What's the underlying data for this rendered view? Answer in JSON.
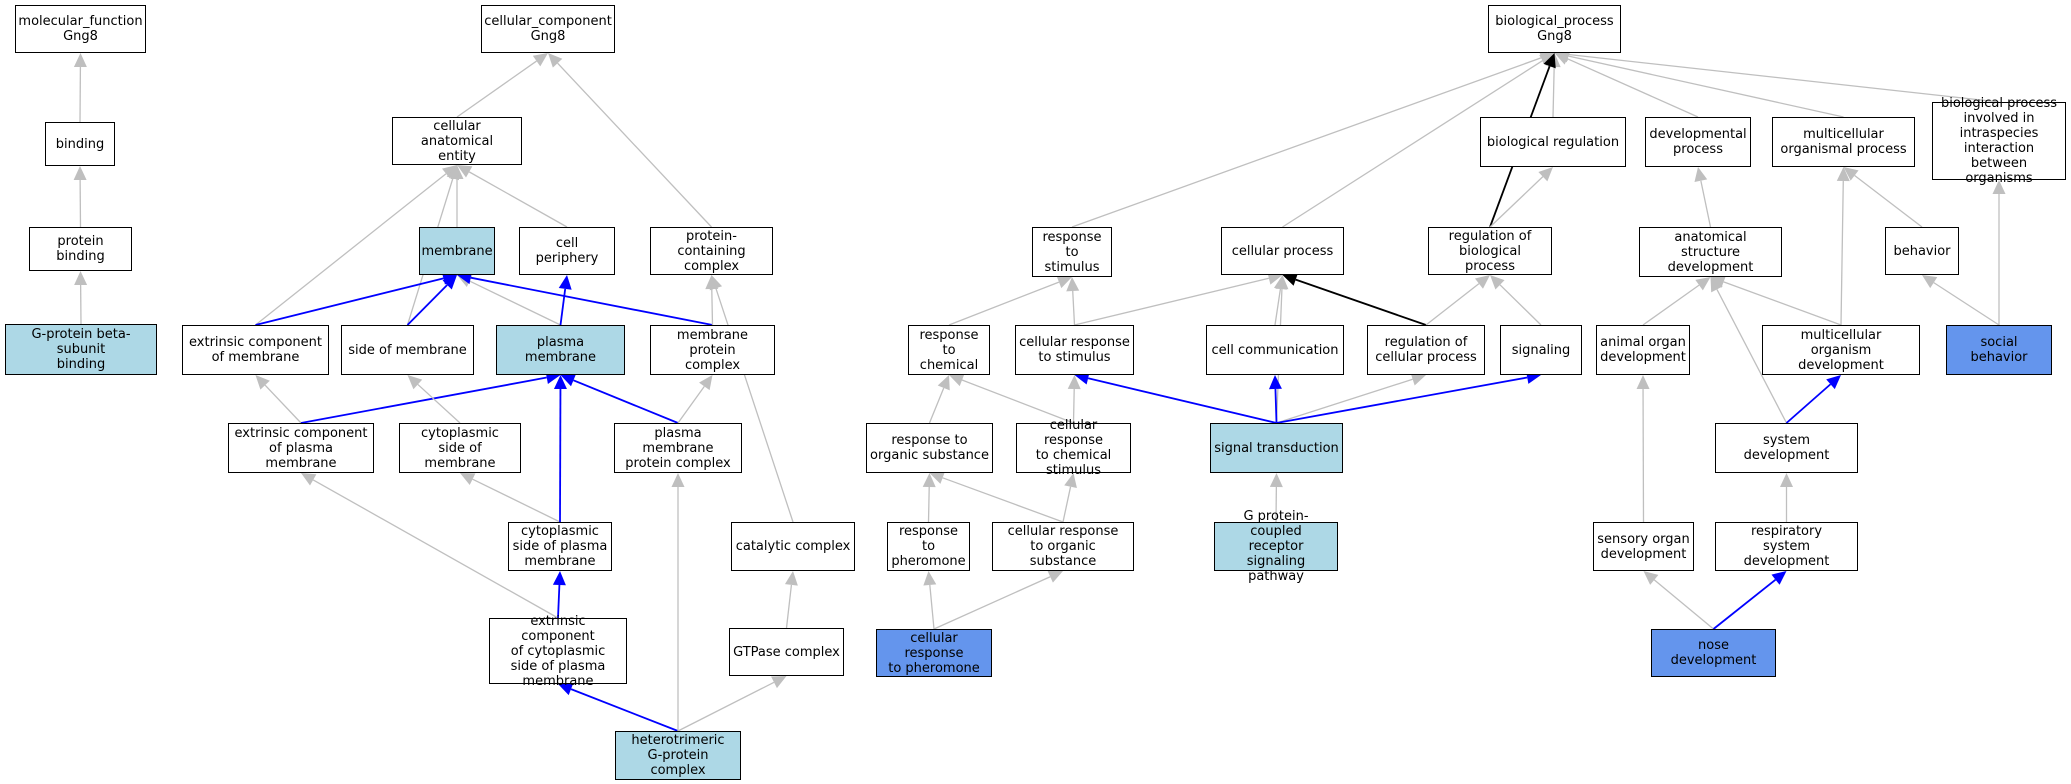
{
  "colors": {
    "plain_fill": "#ffffff",
    "related_fill": "#add8e6",
    "query_fill": "#6495ed",
    "edge_gray": "#bfbfbf",
    "edge_blue": "#0000ff",
    "edge_black": "#000000"
  },
  "nodes": [
    {
      "id": "mf",
      "label": "molecular_function\nGng8",
      "fill": "plain"
    },
    {
      "id": "binding",
      "label": "binding",
      "fill": "plain"
    },
    {
      "id": "protein_binding",
      "label": "protein binding",
      "fill": "plain"
    },
    {
      "id": "gpbsb",
      "label": "G-protein beta-subunit\nbinding",
      "fill": "related"
    },
    {
      "id": "cc",
      "label": "cellular_component\nGng8",
      "fill": "plain"
    },
    {
      "id": "cae",
      "label": "cellular anatomical\nentity",
      "fill": "plain"
    },
    {
      "id": "membrane",
      "label": "membrane",
      "fill": "related"
    },
    {
      "id": "cell_periphery",
      "label": "cell periphery",
      "fill": "plain"
    },
    {
      "id": "pcc",
      "label": "protein-containing\ncomplex",
      "fill": "plain"
    },
    {
      "id": "ecm",
      "label": "extrinsic component\nof membrane",
      "fill": "plain"
    },
    {
      "id": "som",
      "label": "side of membrane",
      "fill": "plain"
    },
    {
      "id": "pm",
      "label": "plasma membrane",
      "fill": "related"
    },
    {
      "id": "mpc",
      "label": "membrane protein\ncomplex",
      "fill": "plain"
    },
    {
      "id": "ecpm",
      "label": "extrinsic component\nof plasma membrane",
      "fill": "plain"
    },
    {
      "id": "csm",
      "label": "cytoplasmic\nside of membrane",
      "fill": "plain"
    },
    {
      "id": "pmpc",
      "label": "plasma membrane\nprotein complex",
      "fill": "plain"
    },
    {
      "id": "cspm",
      "label": "cytoplasmic\nside of plasma\nmembrane",
      "fill": "plain"
    },
    {
      "id": "catalytic",
      "label": "catalytic complex",
      "fill": "plain"
    },
    {
      "id": "eccspm",
      "label": "extrinsic component\nof cytoplasmic\nside of plasma\nmembrane",
      "fill": "plain"
    },
    {
      "id": "gtpase",
      "label": "GTPase complex",
      "fill": "plain"
    },
    {
      "id": "hetg",
      "label": "heterotrimeric\nG-protein complex",
      "fill": "related"
    },
    {
      "id": "bp",
      "label": "biological_process\nGng8",
      "fill": "plain"
    },
    {
      "id": "bioreg",
      "label": "biological regulation",
      "fill": "plain"
    },
    {
      "id": "devproc",
      "label": "developmental\nprocess",
      "fill": "plain"
    },
    {
      "id": "multorg",
      "label": "multicellular\norganismal process",
      "fill": "plain"
    },
    {
      "id": "bpinter",
      "label": "biological process\ninvolved in\nintraspecies\ninteraction\nbetween organisms",
      "fill": "plain"
    },
    {
      "id": "rts",
      "label": "response to\nstimulus",
      "fill": "plain"
    },
    {
      "id": "cellproc",
      "label": "cellular process",
      "fill": "plain"
    },
    {
      "id": "regbio",
      "label": "regulation of\nbiological process",
      "fill": "plain"
    },
    {
      "id": "asd",
      "label": "anatomical structure\ndevelopment",
      "fill": "plain"
    },
    {
      "id": "behavior",
      "label": "behavior",
      "fill": "plain"
    },
    {
      "id": "rtc",
      "label": "response to\nchemical",
      "fill": "plain"
    },
    {
      "id": "crts",
      "label": "cellular response\nto stimulus",
      "fill": "plain"
    },
    {
      "id": "cellcomm",
      "label": "cell communication",
      "fill": "plain"
    },
    {
      "id": "regcell",
      "label": "regulation of\ncellular process",
      "fill": "plain"
    },
    {
      "id": "signaling",
      "label": "signaling",
      "fill": "plain"
    },
    {
      "id": "aod",
      "label": "animal organ\ndevelopment",
      "fill": "plain"
    },
    {
      "id": "mod",
      "label": "multicellular\norganism development",
      "fill": "plain"
    },
    {
      "id": "social",
      "label": "social behavior",
      "fill": "query"
    },
    {
      "id": "rtos",
      "label": "response to\norganic substance",
      "fill": "plain"
    },
    {
      "id": "crcs",
      "label": "cellular response\nto chemical\nstimulus",
      "fill": "plain"
    },
    {
      "id": "sigtrans",
      "label": "signal transduction",
      "fill": "related"
    },
    {
      "id": "sysdev",
      "label": "system development",
      "fill": "plain"
    },
    {
      "id": "rtp",
      "label": "response to\npheromone",
      "fill": "plain"
    },
    {
      "id": "crtos",
      "label": "cellular response\nto organic substance",
      "fill": "plain"
    },
    {
      "id": "gpcr",
      "label": "G protein-coupled\nreceptor signaling\npathway",
      "fill": "related"
    },
    {
      "id": "sod",
      "label": "sensory organ\ndevelopment",
      "fill": "plain"
    },
    {
      "id": "rsd",
      "label": "respiratory\nsystem development",
      "fill": "plain"
    },
    {
      "id": "crtp",
      "label": "cellular response\nto pheromone",
      "fill": "query"
    },
    {
      "id": "nose",
      "label": "nose development",
      "fill": "query"
    }
  ],
  "edges": [
    {
      "from": "binding",
      "to": "mf",
      "color": "gray"
    },
    {
      "from": "protein_binding",
      "to": "binding",
      "color": "gray"
    },
    {
      "from": "gpbsb",
      "to": "protein_binding",
      "color": "gray"
    },
    {
      "from": "cae",
      "to": "cc",
      "color": "gray"
    },
    {
      "from": "pcc",
      "to": "cc",
      "color": "gray"
    },
    {
      "from": "membrane",
      "to": "cae",
      "color": "gray"
    },
    {
      "from": "cell_periphery",
      "to": "cae",
      "color": "gray"
    },
    {
      "from": "ecm",
      "to": "cae",
      "color": "gray"
    },
    {
      "from": "som",
      "to": "cae",
      "color": "gray"
    },
    {
      "from": "ecm",
      "to": "membrane",
      "color": "blue"
    },
    {
      "from": "som",
      "to": "membrane",
      "color": "blue"
    },
    {
      "from": "pm",
      "to": "membrane",
      "color": "gray"
    },
    {
      "from": "mpc",
      "to": "membrane",
      "color": "blue"
    },
    {
      "from": "pm",
      "to": "cell_periphery",
      "color": "blue"
    },
    {
      "from": "mpc",
      "to": "pcc",
      "color": "gray"
    },
    {
      "from": "ecpm",
      "to": "ecm",
      "color": "gray"
    },
    {
      "from": "ecpm",
      "to": "pm",
      "color": "blue"
    },
    {
      "from": "csm",
      "to": "som",
      "color": "gray"
    },
    {
      "from": "cspm",
      "to": "csm",
      "color": "gray"
    },
    {
      "from": "cspm",
      "to": "pm",
      "color": "blue"
    },
    {
      "from": "pmpc",
      "to": "pm",
      "color": "blue"
    },
    {
      "from": "pmpc",
      "to": "mpc",
      "color": "gray"
    },
    {
      "from": "catalytic",
      "to": "pcc",
      "color": "gray"
    },
    {
      "from": "eccspm",
      "to": "ecpm",
      "color": "gray"
    },
    {
      "from": "eccspm",
      "to": "cspm",
      "color": "blue"
    },
    {
      "from": "gtpase",
      "to": "catalytic",
      "color": "gray"
    },
    {
      "from": "hetg",
      "to": "eccspm",
      "color": "blue"
    },
    {
      "from": "hetg",
      "to": "pmpc",
      "color": "gray"
    },
    {
      "from": "hetg",
      "to": "gtpase",
      "color": "gray"
    },
    {
      "from": "bioreg",
      "to": "bp",
      "color": "gray"
    },
    {
      "from": "devproc",
      "to": "bp",
      "color": "gray"
    },
    {
      "from": "multorg",
      "to": "bp",
      "color": "gray"
    },
    {
      "from": "bpinter",
      "to": "bp",
      "color": "gray"
    },
    {
      "from": "rts",
      "to": "bp",
      "color": "gray"
    },
    {
      "from": "cellproc",
      "to": "bp",
      "color": "gray"
    },
    {
      "from": "regbio",
      "to": "bp",
      "color": "black"
    },
    {
      "from": "regbio",
      "to": "bioreg",
      "color": "gray"
    },
    {
      "from": "asd",
      "to": "devproc",
      "color": "gray"
    },
    {
      "from": "behavior",
      "to": "multorg",
      "color": "gray"
    },
    {
      "from": "mod",
      "to": "multorg",
      "color": "gray"
    },
    {
      "from": "social",
      "to": "bpinter",
      "color": "gray"
    },
    {
      "from": "social",
      "to": "behavior",
      "color": "gray"
    },
    {
      "from": "rtc",
      "to": "rts",
      "color": "gray"
    },
    {
      "from": "crts",
      "to": "rts",
      "color": "gray"
    },
    {
      "from": "crts",
      "to": "cellproc",
      "color": "gray"
    },
    {
      "from": "cellcomm",
      "to": "cellproc",
      "color": "gray"
    },
    {
      "from": "regcell",
      "to": "cellproc",
      "color": "black"
    },
    {
      "from": "regcell",
      "to": "regbio",
      "color": "gray"
    },
    {
      "from": "signaling",
      "to": "regbio",
      "color": "gray"
    },
    {
      "from": "aod",
      "to": "asd",
      "color": "gray"
    },
    {
      "from": "mod",
      "to": "asd",
      "color": "gray"
    },
    {
      "from": "sysdev",
      "to": "asd",
      "color": "gray"
    },
    {
      "from": "rtos",
      "to": "rtc",
      "color": "gray"
    },
    {
      "from": "crcs",
      "to": "rtc",
      "color": "gray"
    },
    {
      "from": "crcs",
      "to": "crts",
      "color": "gray"
    },
    {
      "from": "sigtrans",
      "to": "crts",
      "color": "blue"
    },
    {
      "from": "sigtrans",
      "to": "cellproc",
      "color": "gray"
    },
    {
      "from": "sigtrans",
      "to": "cellcomm",
      "color": "blue"
    },
    {
      "from": "sigtrans",
      "to": "regcell",
      "color": "gray"
    },
    {
      "from": "sigtrans",
      "to": "signaling",
      "color": "blue"
    },
    {
      "from": "sysdev",
      "to": "mod",
      "color": "blue"
    },
    {
      "from": "rtp",
      "to": "rtos",
      "color": "gray"
    },
    {
      "from": "crtos",
      "to": "rtos",
      "color": "gray"
    },
    {
      "from": "crtos",
      "to": "crcs",
      "color": "gray"
    },
    {
      "from": "gpcr",
      "to": "sigtrans",
      "color": "gray"
    },
    {
      "from": "sod",
      "to": "aod",
      "color": "gray"
    },
    {
      "from": "rsd",
      "to": "sysdev",
      "color": "gray"
    },
    {
      "from": "crtp",
      "to": "rtp",
      "color": "gray"
    },
    {
      "from": "crtp",
      "to": "crtos",
      "color": "gray"
    },
    {
      "from": "nose",
      "to": "sod",
      "color": "gray"
    },
    {
      "from": "nose",
      "to": "rsd",
      "color": "blue"
    }
  ]
}
